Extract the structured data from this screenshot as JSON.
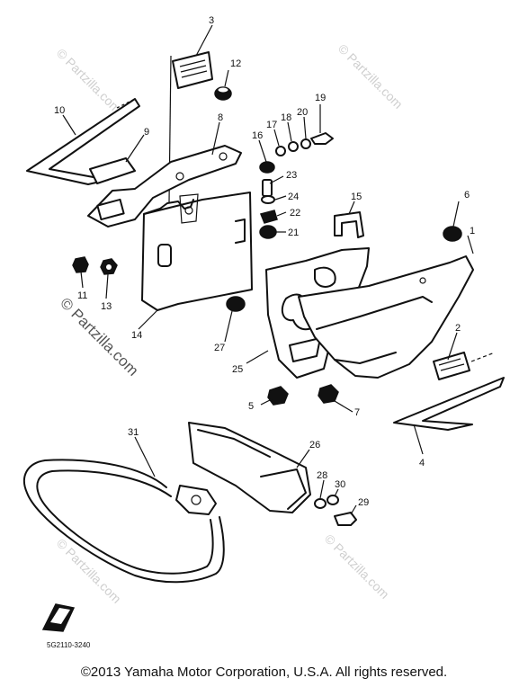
{
  "callouts": [
    "1",
    "2",
    "3",
    "4",
    "5",
    "6",
    "7",
    "8",
    "9",
    "10",
    "11",
    "12",
    "13",
    "14",
    "15",
    "16",
    "17",
    "18",
    "19",
    "20",
    "21",
    "22",
    "23",
    "24",
    "25",
    "26",
    "27",
    "28",
    "29",
    "30",
    "31"
  ],
  "watermark": "© Partzilla.com",
  "diagram_code": "5G2110-3240",
  "copyright": "©2013  Yamaha Motor Corporation, U.S.A. All rights reserved."
}
